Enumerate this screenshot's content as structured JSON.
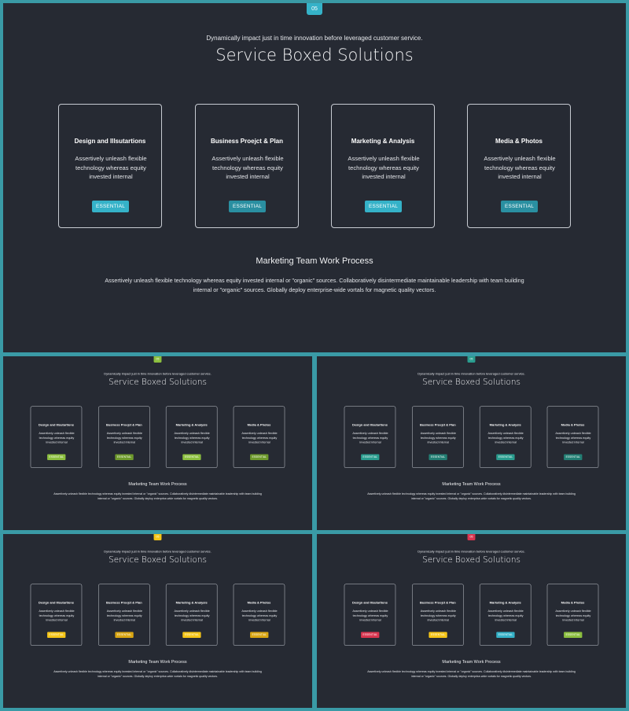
{
  "slide": {
    "page_number": "05",
    "tagline": "Dynamically impact just in time innovation  before leveraged customer service.",
    "title": "Service Boxed Solutions",
    "cards": [
      {
        "title": "Design and Illsutartions",
        "desc": "Assertively unleash flexible technology whereas equity invested internal",
        "button": "ESSENTIAL"
      },
      {
        "title": "Business Proejct & Plan",
        "desc": "Assertively unleash flexible technology whereas equity invested internal",
        "button": "ESSENTIAL"
      },
      {
        "title": "Marketing & Analysis",
        "desc": "Assertively unleash flexible technology whereas equity invested internal",
        "button": "ESSENTIAL"
      },
      {
        "title": "Media & Photos",
        "desc": "Assertively unleash flexible technology whereas equity invested internal",
        "button": "ESSENTIAL"
      }
    ],
    "section_title": "Marketing  Team Work Process",
    "body": "Assertively unleash flexible technology whereas equity invested internal or \"organic\" sources. Collaboratively disintermediate maintainable leadership with team building internal or \"organic\" sources. Globally deploy enterprise-wide vortals for magnetic quality vectors."
  },
  "variants": [
    {
      "tab_color": "#35b2c8",
      "button_colors": [
        "#35b2c8",
        "#2a8fa1",
        "#35b2c8",
        "#2a8fa1"
      ]
    },
    {
      "tab_color": "#8cbf3f",
      "button_colors": [
        "#8cbf3f",
        "#6e9a2c",
        "#8cbf3f",
        "#6e9a2c"
      ]
    },
    {
      "tab_color": "#2a9d8f",
      "button_colors": [
        "#2a9d8f",
        "#237f74",
        "#2a9d8f",
        "#237f74"
      ]
    },
    {
      "tab_color": "#f5c518",
      "button_colors": [
        "#f5c518",
        "#d9a613",
        "#f5c518",
        "#d9a613"
      ]
    },
    {
      "tab_color": "#d9354f",
      "button_colors": [
        "#d9354f",
        "#f5c518",
        "#35b2c8",
        "#8cbf3f"
      ]
    }
  ]
}
